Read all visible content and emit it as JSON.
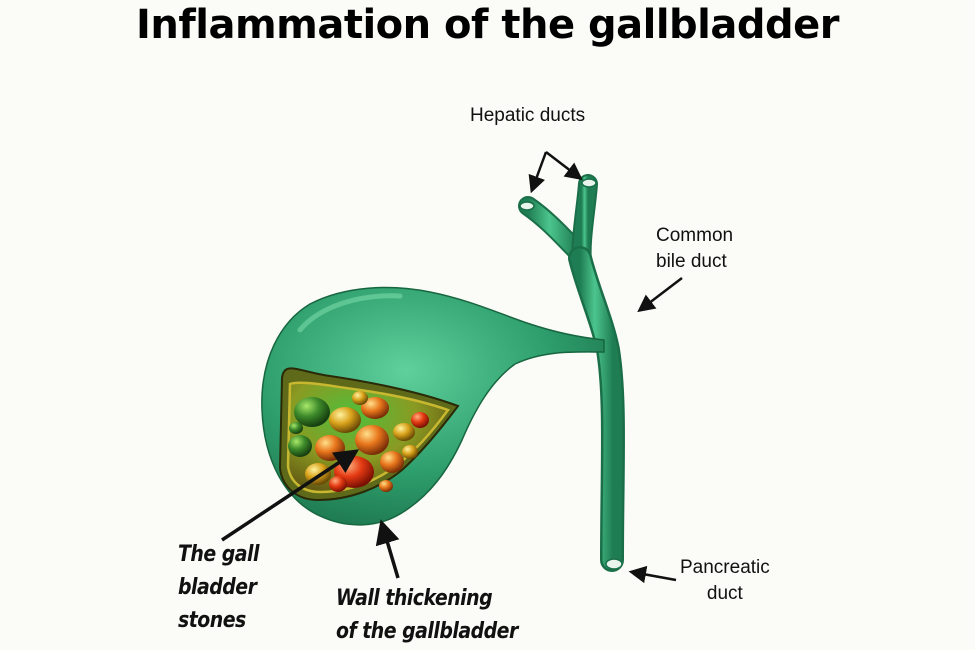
{
  "title": "Inflammation of the gallbladder",
  "labels": {
    "hepatic_ducts": "Hepatic ducts",
    "common_bile_duct": [
      "Common",
      "bile duct"
    ],
    "pancreatic_duct": [
      "Pancreatic",
      "duct"
    ],
    "gallbladder_stones": [
      "The gall",
      "bladder",
      "stones"
    ],
    "wall_thickening": [
      "Wall thickening",
      "of the gallbladder"
    ]
  },
  "colors": {
    "organ": "#2fa06e",
    "organ_dark": "#1d7a50",
    "stones": [
      "#e8761c",
      "#d9a21a",
      "#3d8a2a",
      "#e43a12"
    ]
  }
}
